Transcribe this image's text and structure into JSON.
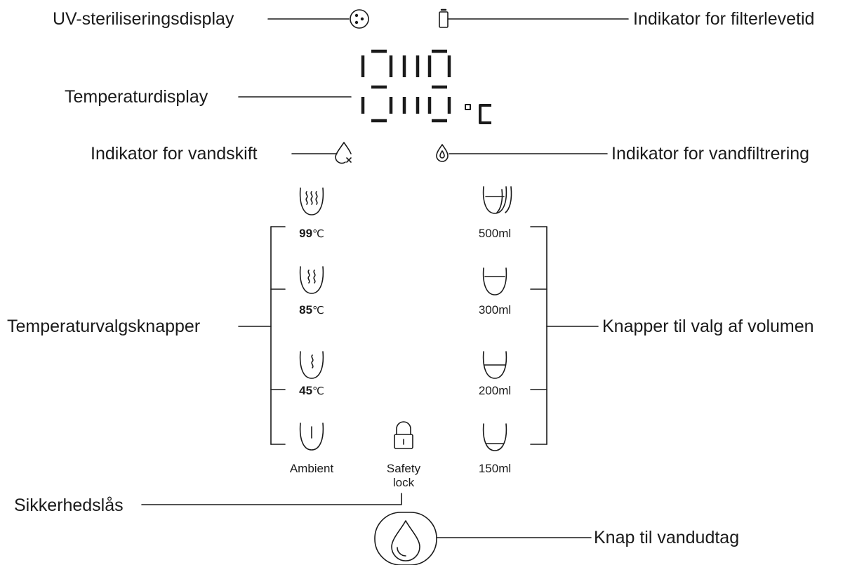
{
  "callouts": {
    "uv_display": "UV-steriliseringsdisplay",
    "filter_life": "Indikator for filterlevetid",
    "temperature_display": "Temperaturdisplay",
    "water_change": "Indikator for vandskift",
    "water_filtration": "Indikator for vandfiltrering",
    "temperature_buttons": "Temperaturvalgsknapper",
    "volume_buttons": "Knapper til valg af volumen",
    "safety_lock_callout": "Sikkerhedslås",
    "dispense_button": "Knap til vandudtag"
  },
  "display": {
    "unit": "°C",
    "unit_symbol": "°C"
  },
  "temperature_options": [
    {
      "value": "99",
      "unit": "℃",
      "icon": "cup-steam-3-icon"
    },
    {
      "value": "85",
      "unit": "℃",
      "icon": "cup-steam-2-icon"
    },
    {
      "value": "45",
      "unit": "℃",
      "icon": "cup-steam-1-icon"
    },
    {
      "label": "Ambient",
      "icon": "cup-ambient-icon"
    }
  ],
  "volume_options": [
    {
      "label": "500ml",
      "icon": "cup-full-icon"
    },
    {
      "label": "300ml",
      "icon": "cup-level-high-icon"
    },
    {
      "label": "200ml",
      "icon": "cup-level-mid-icon"
    },
    {
      "label": "150ml",
      "icon": "cup-level-low-icon"
    }
  ],
  "safety_lock": {
    "line1": "Safety",
    "line2": "lock",
    "icon": "padlock-icon"
  },
  "colors": {
    "ink": "#1a1a1a",
    "background": "#ffffff"
  }
}
